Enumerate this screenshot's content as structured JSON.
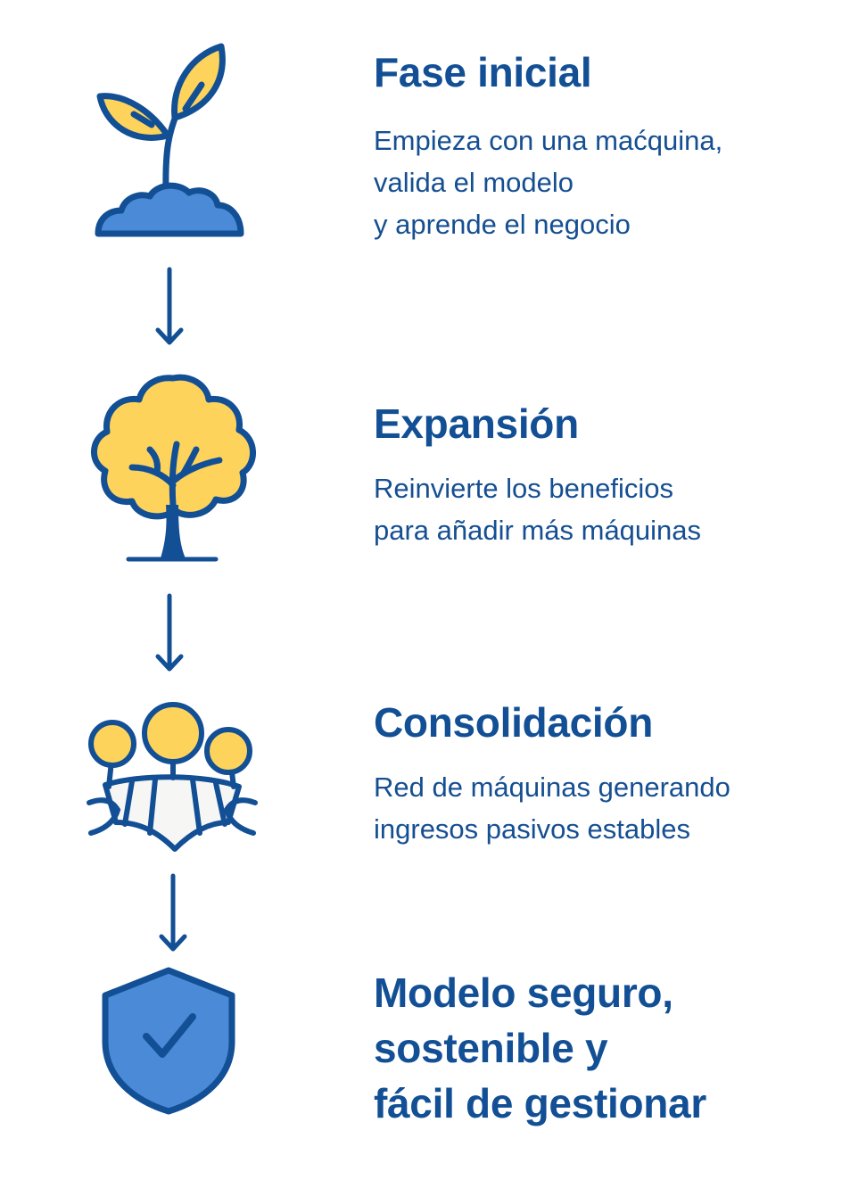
{
  "colors": {
    "primary_blue": "#124f95",
    "light_blue": "#4a8ad6",
    "yellow": "#fdd35c",
    "off_white": "#f6f6f4",
    "background": "#ffffff"
  },
  "steps": [
    {
      "icon": "sprout-icon",
      "title": "Fase inicial",
      "description": "Empieza con una maćquina,\nvalida el modelo\ny aprende el negocio"
    },
    {
      "icon": "tree-icon",
      "title": "Expansión",
      "description": "Reinvierte los beneficios\npara añadir más máquinas"
    },
    {
      "icon": "network-icon",
      "title": "Consolidación",
      "description": "Red de máquinas generando\ningresos pasivos estables"
    },
    {
      "icon": "shield-check-icon",
      "title": "Modelo seguro,\nsostenible y\nfácil de gestionar"
    }
  ],
  "connectors": [
    "arrow-down-icon",
    "arrow-down-icon",
    "arrow-down-icon"
  ]
}
